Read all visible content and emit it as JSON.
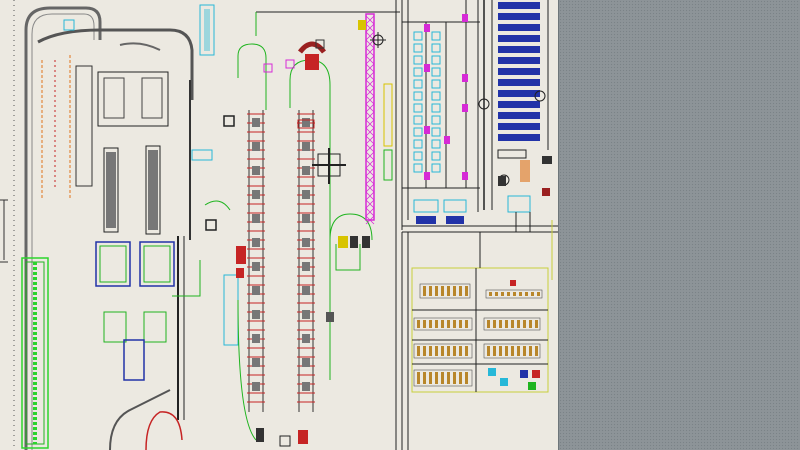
{
  "viewer": {
    "side_panel": "empty-gray-panel",
    "labels": {
      "lower_right_small_1": "",
      "lower_right_small_2": ""
    }
  },
  "colors": {
    "paper": "#ece9e1",
    "line_dark": "#2b2b2b",
    "green": "#1fb41f",
    "bright_green": "#2cd52c",
    "magenta": "#d62ad6",
    "cyan": "#27b8d8",
    "blue_fill": "#2233a8",
    "yellow": "#d8c400",
    "red": "#c62424",
    "orange": "#e0741c",
    "gray_panel": "#8d9498"
  },
  "icons": [
    "conveyor-track",
    "machine-block",
    "valve-symbol",
    "storage-rack"
  ]
}
